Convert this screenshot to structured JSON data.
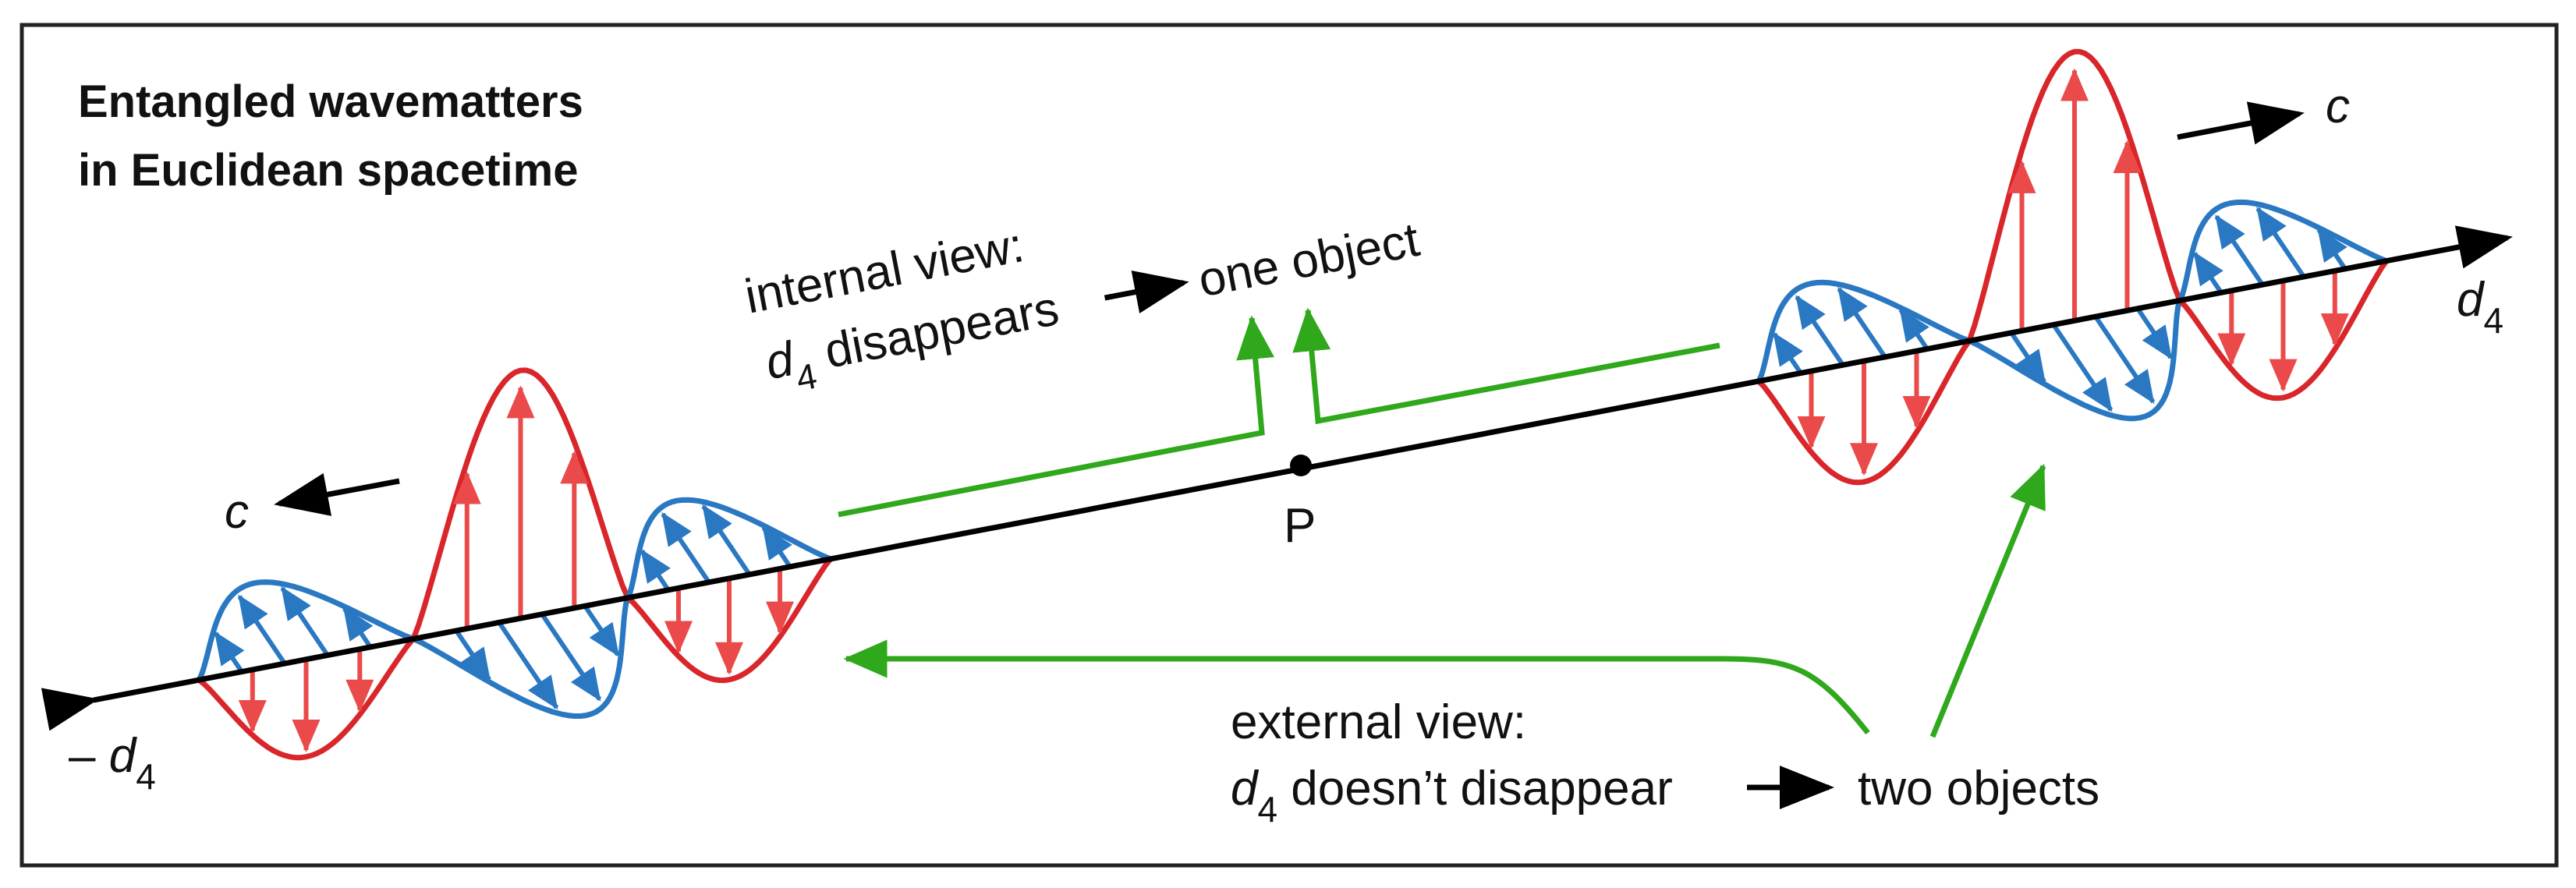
{
  "title": {
    "line1": "Entangled wavematters",
    "line2": "in Euclidean spacetime"
  },
  "axis": {
    "positive_label": "d",
    "positive_subscript": "4",
    "negative_prefix": "– ",
    "negative_label": "d",
    "negative_subscript": "4"
  },
  "point": {
    "label": "P"
  },
  "speed": {
    "left_label": "c",
    "right_label": "c"
  },
  "internal_view": {
    "line1": "internal view:",
    "var": "d",
    "sub": "4",
    "disappears": " disappears",
    "result": "one object"
  },
  "external_view": {
    "line1": "external view:",
    "var": "d",
    "sub": "4",
    "text": " doesn’t disappear",
    "result": "two objects"
  },
  "colors": {
    "axis": "#000000",
    "red_wave": "#d9262b",
    "red_arrow": "#ea4a4a",
    "blue_wave": "#2a78c2",
    "blue_arrow": "#2a78c2",
    "green": "#2fa81b",
    "border": "#222222"
  }
}
